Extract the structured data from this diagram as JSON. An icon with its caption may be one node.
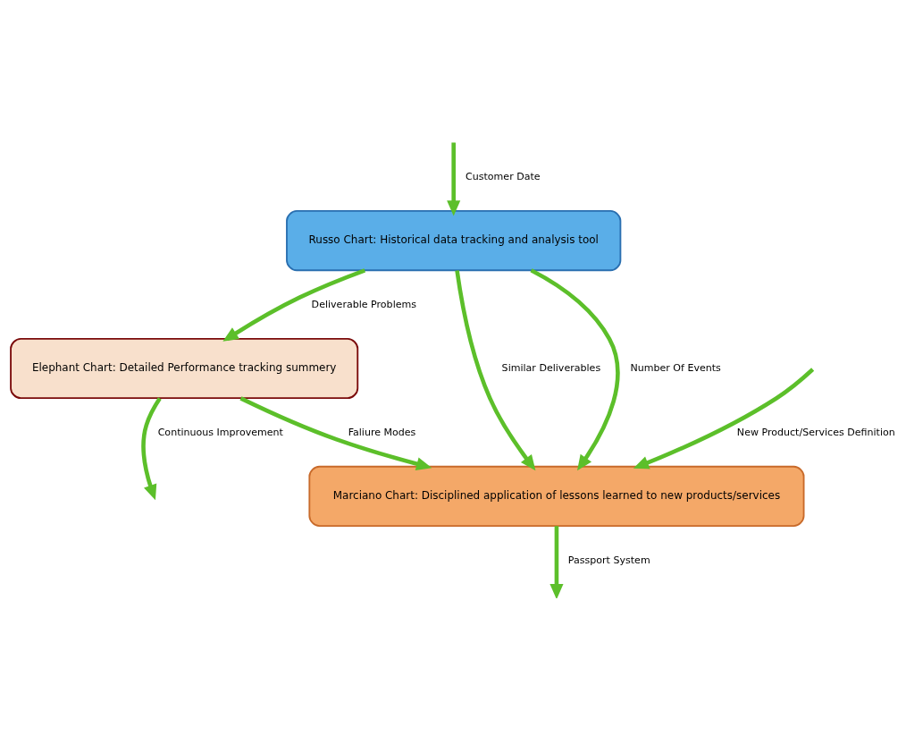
{
  "diagram": {
    "nodes": [
      {
        "text": [
          "Russo Chart: Historical data tracking and analysis tool"
        ]
      },
      {
        "text": [
          "Elephant Chart: Detailed Performance tracking summery"
        ]
      },
      {
        "text": [
          "Marciano Chart: Disciplined application of lessons learned to new products/services"
        ]
      }
    ],
    "edges": [
      {
        "from": null,
        "to": 0,
        "arrow": "to",
        "label": "Customer Date"
      },
      {
        "from": 0,
        "to": 1,
        "arrow": "to",
        "label": "Deliverable Problems"
      },
      {
        "from": 0,
        "to": 2,
        "arrow": "to",
        "label": "Similar Deliverables"
      },
      {
        "from": 0,
        "to": 2,
        "arrow": "to",
        "label": "Number Of Events"
      },
      {
        "from": 1,
        "to": null,
        "arrow": "to",
        "label": "Continuous Improvement"
      },
      {
        "from": 1,
        "to": 2,
        "arrow": "to",
        "label": "Faliure Modes"
      },
      {
        "from": null,
        "to": 2,
        "arrow": "to",
        "label": "New Product/Services Definition"
      },
      {
        "from": 2,
        "to": null,
        "arrow": "to",
        "label": "Passport System"
      }
    ]
  }
}
